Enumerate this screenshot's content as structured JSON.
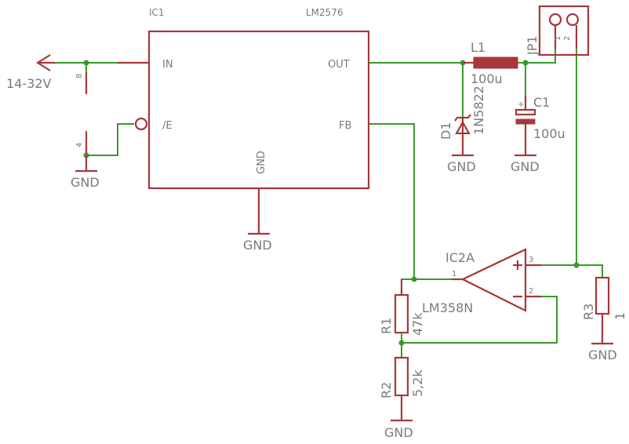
{
  "ic1": {
    "name": "IC1",
    "value": "LM2576",
    "pin_in": "IN",
    "pin_out": "OUT",
    "pin_en": "/E",
    "pin_fb": "FB",
    "pin_gnd": "GND"
  },
  "input_label": "14-32V",
  "pin_numbers": {
    "in": "8",
    "en": "4"
  },
  "gnd": "GND",
  "l1": {
    "name": "L1",
    "value": "100u"
  },
  "d1": {
    "name": "D1",
    "value": "1N5822"
  },
  "c1": {
    "name": "C1",
    "value": "100u",
    "polarity": "+"
  },
  "jp1": {
    "name": "JP1",
    "pin1": "1",
    "pin2": "2"
  },
  "ic2a": {
    "name": "IC2A",
    "value": "LM358N",
    "pin1": "1",
    "pin2": "2",
    "pin3": "3",
    "plus": "+",
    "minus": "−"
  },
  "r1": {
    "name": "R1",
    "value": "47k"
  },
  "r2": {
    "name": "R2",
    "value": "5,2k"
  },
  "r3": {
    "name": "R3",
    "value": "1"
  },
  "colors": {
    "wire": "#3a9a2a",
    "part": "#a6383b",
    "text": "#7a7a7a"
  }
}
